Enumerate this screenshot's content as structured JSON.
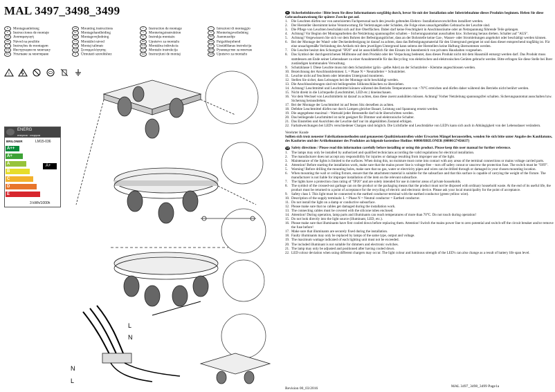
{
  "title": "MAL 3497_3498_3499",
  "languages": [
    [
      {
        "code": "D",
        "label": "Montageanleitung"
      },
      {
        "code": "E",
        "label": "Instrucciones de montaje"
      },
      {
        "code": "GR",
        "label": "Αναπαραγωγή"
      },
      {
        "code": "SK",
        "label": "Návod na použitie"
      },
      {
        "code": "P",
        "label": "Instruções de montagem"
      },
      {
        "code": "UA",
        "label": "Инструкция по монтажу"
      },
      {
        "code": "BG",
        "label": "Упътване за монтиране"
      }
    ],
    [
      {
        "code": "GB",
        "label": "Mounting instructions"
      },
      {
        "code": "NL",
        "label": "Montagehandleiding"
      },
      {
        "code": "DK",
        "label": "Montagevejledning"
      },
      {
        "code": "CZ",
        "label": "Montážní návod"
      },
      {
        "code": "TR",
        "label": "Montaj talimatı"
      },
      {
        "code": "GR",
        "label": "Συναρμολόγησης"
      },
      {
        "code": "H",
        "label": "Útmutató szereléshez"
      }
    ],
    [
      {
        "code": "F",
        "label": "Instruction de montage"
      },
      {
        "code": "S",
        "label": "Monteringsinstruktion"
      },
      {
        "code": "PL",
        "label": "Instrukja montażu"
      },
      {
        "code": "HR",
        "label": "Uputstvo za montažu"
      },
      {
        "code": "SLO",
        "label": "Montážna inštrukcia"
      },
      {
        "code": "LT",
        "label": "Montažo instrukcija"
      },
      {
        "code": "RO",
        "label": "Instrucțiuni de montaj"
      }
    ],
    [
      {
        "code": "I",
        "label": "Istruzioni di montaggio"
      },
      {
        "code": "N",
        "label": "Monteringsveiledning"
      },
      {
        "code": "FIN",
        "label": "Asennusohje"
      },
      {
        "code": "EST",
        "label": "Paigaldusjuhend"
      },
      {
        "code": "LV",
        "label": "Uzstādīšanas instrukcija"
      },
      {
        "code": "RUS",
        "label": "Руководство за монтаж"
      },
      {
        "code": "SRB",
        "label": "Uputstvo za montažu"
      }
    ]
  ],
  "energy_label": {
    "header": "ENERG",
    "header_sub": "енергия · ενεργεια",
    "brand": "BRILONER",
    "model": "LM15-036",
    "classes": [
      "A++",
      "A+",
      "A",
      "B",
      "C",
      "D",
      "E"
    ],
    "class_colors": [
      "#0a8a3a",
      "#3ea337",
      "#97c33a",
      "#e6dd2a",
      "#f3b22c",
      "#e8752b",
      "#d7262d"
    ],
    "selected": "A+",
    "footer": "3 kWh/1000h"
  },
  "right_column": {
    "de_heading": "Sicherheitshinweise / Bitte lesen Sie diese Informationen sorgfältig durch, bevor Sie mit der Installation oder Inbetriebnahme dieses Produkts beginnen. Heben Sie diese Gebrauchsanweisung für spätere Zwecke gut auf.",
    "de_items": [
      "Die Leuchten dürfen nur von autorisierten Fachpersonal nach den jeweils geltenden Elektro- Installationsvorschriften installiert werden.",
      "Der Hersteller übernimmt keine Verantwortung für Verletzungen oder Schäden, die Folge eines unsachgemäßen Gebrauchs der Leuchte sind.",
      "Die Pflege von Leuchten beschränkt sich auf ihre Oberflächen. Dabei darf keine Feuchtigkeit in Anschlussräume oder an Netzspannung führende Teile gelangen.",
      "Achtung! Vor Beginn der Montagearbeiten die Netzleitung spannungsfrei schalten – Sicherungsautomat ausschalten bzw. Sicherung heraus drehen. Schalter auf \"AUS\".",
      "Achtung! Vergewissern Sie sich vor dem Bohren der Befestigungslöcher, dass an der Bohrstelle keine Gas-, Wasser- oder Stromleitungen angebohrt oder beschädigt werden können.",
      "Bei der Montage der Wand- oder Deckenbefestigung ist darauf zu achten, dass das Befestigungsmaterial für den Untergrund geeignet ist und dass dieser entsprechend tragfähig ist. Für eine unsachgemäße Verbindung des Artikels mit dem jeweiligen Untergrund kann seitens der Herstellers keine Haftung übernommen werden.",
      "Die Leuchte besitzt den Schutzgrad \"IP20\" und ist ausschließlich für den Einsatz im Innenbereich von privaten Haushalten vorgesehen.",
      "Das Symbol der durchgestrichenen Mülltonne auf dem Produkt oder der Verpackung bedeutet, dass dieses Produkt nicht mit dem Hausmüll entsorgt werden darf. Das Produkt muss stattdessen am Ende seiner Lebensdauer zu einer Annahmestelle für das Recycling von elektrischen und elektronischen Geräten gebracht werden. Bitte erfragen Sie diese Stelle bei Ihrer zuständigen kommunalen Verwaltung.",
      "Schutzklasse I. Diese Leuchte muss mit dem Schutzleiter (grün - gelbe Ader) an der Schutzleiter - Klemme angeschlossen werden.",
      "Bezeichnung der Anschlussklemmen: L = Phase N = Neutralleiter = Schutzleiter.",
      "Leuchte nicht auf feuchtem oder leitenden Untergrund montieren.",
      "Stellen Sie sicher, dass Leitungen bei der Montage nicht beschädigt werden.",
      "Die Anschlussleitungen sind mit beiliegenden Silikonschläuchen zu überziehen.",
      "Achtung! Leuchtmittel und Leuchtmittel können während des Betriebs Temperaturen von >70°C erreichen und dürfen daher während des Betriebs nicht berührt werden.",
      "Nicht direkt in die Lichtquelle (Leuchtmittel, LED etc.) hineinschauen.",
      "Vor dem Wechsel von Leuchtmitteln ist darauf zu achten, dass diese zuerst auskühlen müssen. Achtung! Vorher Netzleitung spannungsfrei schalten. Sicherungsautomat ausschalten bzw. Sicherung herausdrehen.",
      "Bei der Montage der Leuchtmittel ist auf festen Sitz derselben zu achten.",
      "Defekte Leuchtmittel dürfen nur durch Lampen gleicher Bauart, Leistung und Spannung ersetzt werden.",
      "Die angegebene maximal – Wattzahl jeder Brennstelle darf nicht überschritten werden.",
      "Das beiliegende Leuchtmittel ist nicht geeignet für Dimmer und elektronische Schalter.",
      "Das Einstellen und Ausrichten der Leuchte darf nur im abgekühlten Zustand erfolgen.",
      "Farbabweichungen bei LED's verschiedener Chargen sind möglich. Die Lichtfarbe und Leuchtstärke von LED's kann sich auch in Abhängigkeit von der Lebensdauer verändern."
    ],
    "de_footer_heading": "Verehrter Kunde",
    "de_footer": "Sollten sich trotz neuester Fabrikationsmethoden und genauesten Qualitätskontrollen wider Erwarten Mängel herausstellen, wenden Sie sich bitte unter Angabe des Kaufdatums, des Kaufortes und der Artikelnummer des Produktes an folgende kostenlose Hotline: 00800/BRILONER (00800/27456637)",
    "en_heading": "Safety directions / Please read this information carefully before installing or using this product. Please keep this user manual for further reference.",
    "en_items": [
      "The lamps may only be installed by authorized and qualified technicians according the valid regulations for electrical installation.",
      "The manufacturer does not accept any responsibility for injuries or damage resulting from improper use of the light.",
      "Maintenance of the lights is limited to the surfaces. When doing this, no moisture must come into contact with any areas of the terminal connections or mains voltage carried parts.",
      "Attention! Before starting the installation work, make sure that the mains power line is voltage-free – turn off safety cutout or unscrew the protection fuse. The switch must be \"OFF\".",
      "Warning! Before drilling the mounting holes, make sure that no gas, water or electricity pipes and wires can be drilled through or damaged in your chosen mounting location.",
      "When mounting the wall or ceiling fixture, ensure that the attachment material is suitable for the subsurface and that this surface is capable of carrying the weight of the fixture. The manufacturer is not liable for improper installation of the item on the relevant subsurface.",
      "The lights have a protection class rating of \"IP20\" and are solely intended for use in interior areas of private households.",
      "The symbol of the crossed-out garbage can on the product or the packaging means that the product must not be disposed with ordinary household waste. At the end of its useful life, the product must be returned to a point of acceptance for the recycling of electric and electronic device. Please ask your local municipality for the point of acceptance.",
      "Safety class I. This light must be connected to the earthed conductor-terminal with the earthed conductor (green-yellow wire).",
      "Description of the supply terminals: L = Phase N = Neutral conductor = Earthed conductor.",
      "Do not install the light on a damp or conductive subsurface.",
      "Please make sure that no cables get damaged during the installation work.",
      "The connecting cables must be covered with the silicone tubes enclosed.",
      "Attention! During operation, lamp parts and illuminants can reach temperatures of more than 70°C. Do not touch during operation!",
      "Do not look directly into the light source (illuminant, LED, etc.).",
      "Please make sure that illuminants have first cooled down before replacing them. Attention! Switch the mains power line to zero potential and switch-off the circuit breaker and/or remove the fuse before!",
      "Make sure that illuminants are securely fixed during the installation.",
      "Faulty illuminants may only be replaced by lamps of the same type, output and voltage.",
      "The maximum wattage indicated of each lighting unit must not be exceeded.",
      "The included illuminant is not suitable for dimmers and electronic switches.",
      "The lamp may only be adjusted and positioned after having cooled down.",
      "LED colour deviation when using different chargers may occur. The light colour and luminous strength of the LED's can also change as a result of battery life span level."
    ]
  },
  "footer": {
    "revision": "Revision 00_03/2016",
    "page": "MAL 3497_3498_3499 Page1a"
  }
}
